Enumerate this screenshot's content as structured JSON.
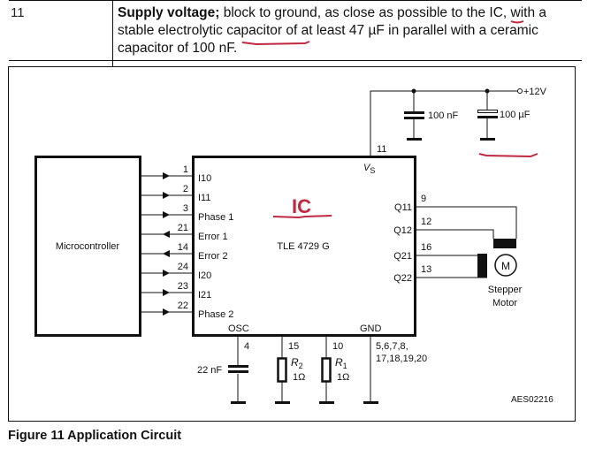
{
  "table_row": {
    "pin_number": "11",
    "description_bold": "Supply voltage;",
    "description_line1_rest": " block to ground, as close as possible to the ",
    "description_ic": "IC",
    "description_line1_end": ", with a",
    "description_line2_start": "stable electrolytic capacitor of ",
    "description_highlight": "at least 47 µF",
    "description_line2_end": " in parallel with a ceramic",
    "description_line3": "capacitor of 100 nF."
  },
  "schematic": {
    "microcontroller_label": "Microcontroller",
    "ic_annotation": "IC",
    "ic_part_number": "TLE 4729 G",
    "supply_pin_label": "VS",
    "supply_pin_number": "11",
    "supply_voltage": "+12V",
    "cap_ceramic": "100 nF",
    "cap_electrolytic": "100 µF",
    "left_pins": [
      {
        "number": "1",
        "name": "I10",
        "direction": "in"
      },
      {
        "number": "2",
        "name": "I11",
        "direction": "in"
      },
      {
        "number": "3",
        "name": "Phase 1",
        "direction": "in"
      },
      {
        "number": "21",
        "name": "Error 1",
        "direction": "out"
      },
      {
        "number": "14",
        "name": "Error 2",
        "direction": "out"
      },
      {
        "number": "24",
        "name": "I20",
        "direction": "in"
      },
      {
        "number": "23",
        "name": "I21",
        "direction": "in"
      },
      {
        "number": "22",
        "name": "Phase 2",
        "direction": "in"
      }
    ],
    "right_pins": [
      {
        "number": "9",
        "name": "Q11"
      },
      {
        "number": "12",
        "name": "Q12"
      },
      {
        "number": "16",
        "name": "Q21"
      },
      {
        "number": "13",
        "name": "Q22"
      }
    ],
    "bottom_labels": {
      "osc": "OSC",
      "gnd": "GND"
    },
    "osc_pin": "4",
    "osc_cap": "22 nF",
    "r2_pin": "15",
    "r2_name": "R",
    "r2_sub": "2",
    "r2_value": "1Ω",
    "r1_pin": "10",
    "r1_name": "R",
    "r1_sub": "1",
    "r1_value": "1Ω",
    "gnd_pins_line1": "5,6,7,8,",
    "gnd_pins_line2": "17,18,19,20",
    "motor_symbol": "M",
    "motor_label_line1": "Stepper",
    "motor_label_line2": "Motor",
    "figure_code": "AES02216"
  },
  "caption": "Figure 11  Application Circuit",
  "colors": {
    "annotation_red": "#c0283f",
    "line": "#111111"
  }
}
